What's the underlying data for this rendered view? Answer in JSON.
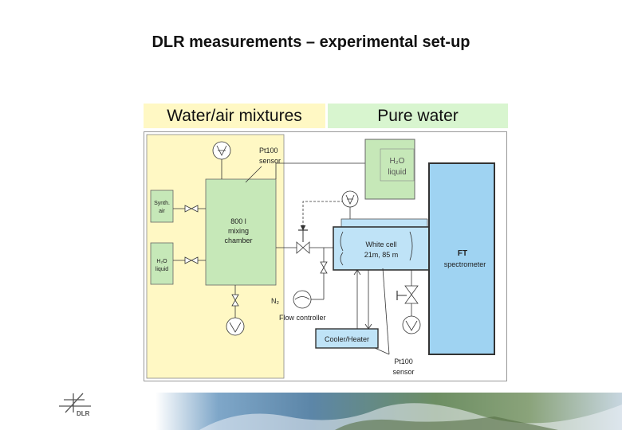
{
  "slide": {
    "title": "DLR measurements – experimental set-up",
    "header_left": "Water/air mixtures",
    "header_right": "Pure water"
  },
  "diagram": {
    "pt100_top_1": "Pt100",
    "pt100_top_2": "sensor",
    "synth_1": "Synth.",
    "synth_2": "air",
    "h2o_liquid_left_1": "H₂O",
    "h2o_liquid_left_2": "liquid",
    "mixing_1": "800 l",
    "mixing_2": "mixing",
    "mixing_3": "chamber",
    "h2o_liquid_right_1": "H₂O",
    "h2o_liquid_right_2": "liquid",
    "white_cell_1": "White cell",
    "white_cell_2": "21m, 85 m",
    "ft_1": "FT",
    "ft_2": "spectrometer",
    "n2": "N₂",
    "flow_controller": "Flow controller",
    "cooler_heater": "Cooler/Heater",
    "pt100_bottom_1": "Pt100",
    "pt100_bottom_2": "sensor"
  },
  "logo": {
    "text": "DLR"
  },
  "colors": {
    "left_panel": "#fff8c4",
    "right_panel": "#d8f5cf",
    "box_blue": "#bfe3f7",
    "ft_blue": "#9fd3f2",
    "mixing_green": "#c6e8b8"
  }
}
